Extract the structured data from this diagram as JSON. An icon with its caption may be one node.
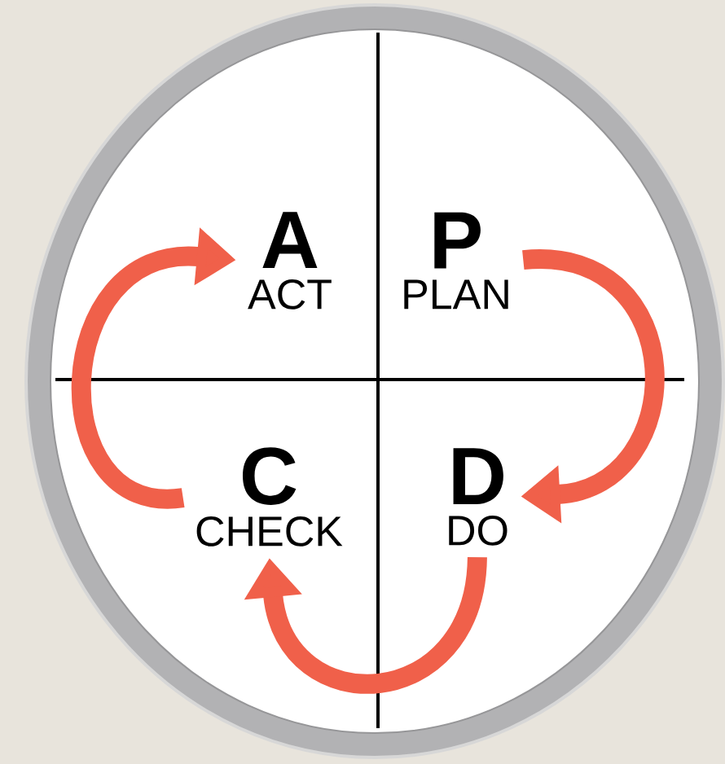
{
  "diagram": {
    "nodes": [
      {
        "text": [
          "A",
          "ACT"
        ]
      },
      {
        "text": [
          "P",
          "PLAN"
        ]
      },
      {
        "text": [
          "C",
          "CHECK"
        ]
      },
      {
        "text": [
          "D",
          "DO"
        ]
      }
    ],
    "edges": [
      {
        "from": 1,
        "to": 3,
        "arrow": "to"
      },
      {
        "from": 3,
        "to": 2,
        "arrow": "to"
      },
      {
        "from": 2,
        "to": 0,
        "arrow": "to"
      }
    ]
  }
}
